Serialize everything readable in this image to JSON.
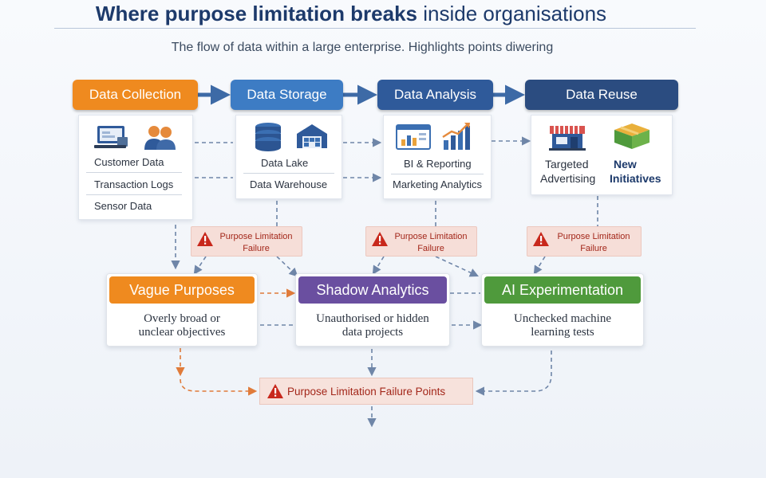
{
  "header": {
    "title_bold": "Where purpose limitation breaks",
    "title_rest": " inside organisations",
    "subtitle": "The flow of data within a large enterprise. Highlights points diwering"
  },
  "stages": [
    {
      "id": "collection",
      "label": "Data Collection",
      "color": "#ef8a1f"
    },
    {
      "id": "storage",
      "label": "Data Storage",
      "color": "#3d7cc4"
    },
    {
      "id": "analysis",
      "label": "Data Analysis",
      "color": "#2f5a9a"
    },
    {
      "id": "reuse",
      "label": "Data Reuse",
      "color": "#2b4c80"
    }
  ],
  "panels": {
    "collection": {
      "items": [
        "Customer Data",
        "Transaction Logs",
        "Sensor Data"
      ],
      "icons": [
        "laptop-icon",
        "users-icon"
      ]
    },
    "storage": {
      "items": [
        "Data Lake",
        "Data Warehouse"
      ],
      "icons": [
        "database-icon",
        "warehouse-icon"
      ]
    },
    "analysis": {
      "items": [
        "BI & Reporting",
        "Marketing Analytics"
      ],
      "icons": [
        "dashboard-icon",
        "bar-chart-icon"
      ]
    },
    "reuse": {
      "items": [
        "Targeted",
        "Advertising",
        "New",
        "Initiatives"
      ],
      "icons": [
        "storefront-icon",
        "new-initiative-icon"
      ]
    }
  },
  "warnings": [
    {
      "line1": "Purpose Limitation",
      "line2": "Failure"
    },
    {
      "line1": "Purpose Limitation",
      "line2": "Failure"
    },
    {
      "line1": "Purpose Limitation",
      "line2": "Failure"
    }
  ],
  "categories": [
    {
      "title": "Vague Purposes",
      "desc1": "Overly broad or",
      "desc2": "unclear objectives",
      "color": "#ef8a1f"
    },
    {
      "title": "Shadow Analytics",
      "desc1": "Unauthorised or hidden",
      "desc2": "data projects",
      "color": "#6a4fa0"
    },
    {
      "title": "AI Experimentation",
      "desc1": "Unchecked machine",
      "desc2": "learning tests",
      "color": "#4f9a3c"
    }
  ],
  "failure_points": {
    "label": "Purpose Limitation Failure Points"
  },
  "colors": {
    "warning_red": "#c8281c",
    "connector": "#6f86a8",
    "orange_dash": "#e07b3a"
  }
}
